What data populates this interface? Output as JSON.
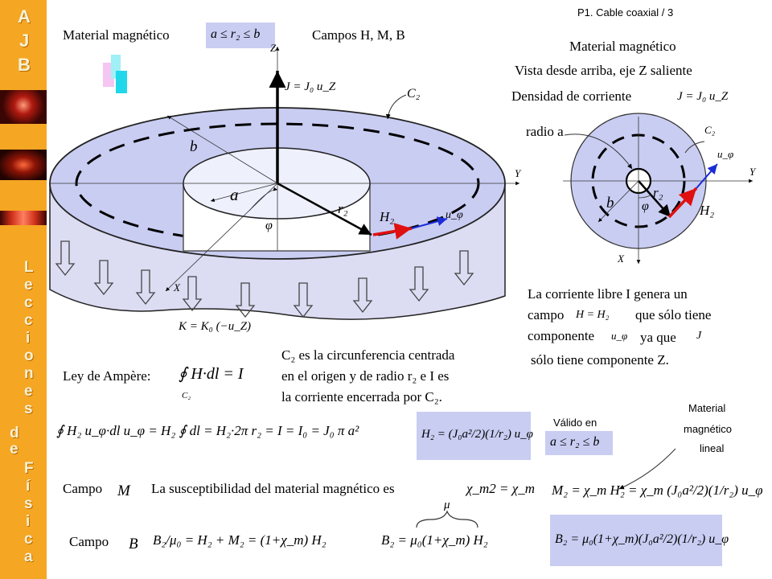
{
  "sidebar": {
    "letters_top": [
      "A",
      "J",
      "B"
    ],
    "letters_lecciones": [
      "L",
      "e",
      "c",
      "c",
      "i",
      "o",
      "n",
      "e",
      "s"
    ],
    "letters_de": [
      "d",
      "e"
    ],
    "letters_fisica": [
      "F",
      "í",
      "s",
      "i",
      "c",
      "a"
    ]
  },
  "header": {
    "slide_ref": "P1. Cable coaxial / 3"
  },
  "left": {
    "title": "Material magnético",
    "range": "a ≤ r₂ ≤ b",
    "fields": "Campos H, M, B",
    "axis_z": "Z",
    "axis_y": "Y",
    "axis_x": "X",
    "label_J": "J = J₀ u_Z",
    "label_C2": "C₂",
    "label_b": "b",
    "label_a": "a",
    "label_r2": "r₂",
    "label_phi": "φ",
    "label_H2": "H₂",
    "label_uphi": "u_φ",
    "label_K": "K = K₀ (−u_Z)"
  },
  "right": {
    "title": "Material magnético",
    "view": "Vista desde arriba, eje Z saliente",
    "density": "Densidad de corriente",
    "density_eq": "J = J₀ u_Z",
    "radius": "radio a",
    "axis_y": "Y",
    "axis_x": "X",
    "label_C2": "C₂",
    "label_uphi": "u_φ",
    "label_r2": "r₂",
    "label_b": "b",
    "label_phi": "φ",
    "label_H2": "H₂",
    "desc_1": "La corriente libre I genera un",
    "desc_2a": "campo",
    "desc_2b": "H = H₂",
    "desc_2c": "que sólo tiene",
    "desc_3a": "componente",
    "desc_3b": "u_φ",
    "desc_3c": "ya que",
    "desc_3d": "J",
    "desc_4": "sólo tiene componente Z."
  },
  "ampere": {
    "label": "Ley de Ampère:",
    "eq": "∮ H·dl = I",
    "sub": "C₂",
    "note_1": "C₂ es la circunferencia centrada",
    "note_2": "en el origen y de radio r₂ e I es",
    "note_3": "la corriente encerrada por C₂.",
    "long_eq": "∮ H₂ u_φ·dl u_φ = H₂ ∮ dl = H₂·2π r₂ = I = I₀ = J₀ π a²",
    "result": "H₂ = (J₀a²/2)(1/r₂) u_φ",
    "valid_label": "Válido en",
    "valid_range": "a ≤ r₂ ≤ b",
    "linear_note": [
      "Material",
      "magnético",
      "lineal"
    ]
  },
  "campo_m": {
    "label": "Campo",
    "symbol": "M",
    "text": "La susceptibilidad del material magnético es",
    "chi_eq": "χ_m2 = χ_m",
    "result": "M₂ = χ_m H₂ = χ_m (J₀a²/2)(1/r₂) u_φ"
  },
  "campo_b": {
    "label": "Campo",
    "symbol": "B",
    "eq1": "B₂/μ₀ = H₂ + M₂ = (1+χ_m) H₂",
    "mu": "μ",
    "eq2": "B₂ = μ₀(1+χ_m) H₂",
    "result": "B₂ = μ₀(1+χ_m)(J₀a²/2)(1/r₂) u_φ"
  }
}
